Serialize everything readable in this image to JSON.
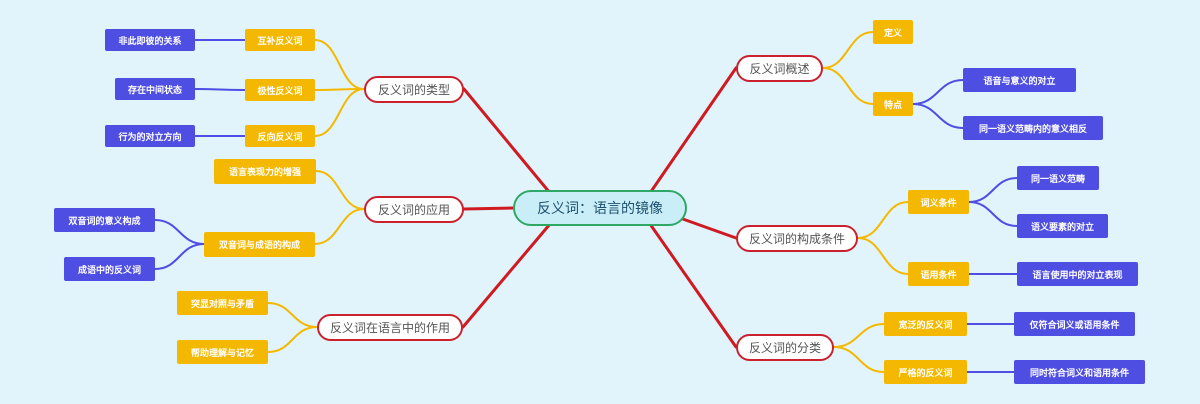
{
  "colors": {
    "background": "#e1f4fb",
    "root_fill": "#c9eef7",
    "root_border": "#2fa866",
    "main_border": "#c9212d",
    "main_link": "#d01a22",
    "sub_fill": "#f5b800",
    "sub_link": "#f5b800",
    "leaf_fill": "#4f4ee3",
    "leaf_link": "#4f4ee3"
  },
  "root": "反义词：语言的镜像",
  "left": [
    {
      "label": "反义词的类型",
      "children": [
        {
          "label": "互补反义词",
          "children": [
            "非此即彼的关系"
          ]
        },
        {
          "label": "极性反义词",
          "children": [
            "存在中间状态"
          ]
        },
        {
          "label": "反向反义词",
          "children": [
            "行为的对立方向"
          ]
        }
      ]
    },
    {
      "label": "反义词的应用",
      "children": [
        {
          "label": "语言表现力的增强",
          "children": []
        },
        {
          "label": "双音词与成语的构成",
          "children": [
            "双音词的意义构成",
            "成语中的反义词"
          ]
        }
      ]
    },
    {
      "label": "反义词在语言中的作用",
      "children": [
        {
          "label": "突显对照与矛盾",
          "children": []
        },
        {
          "label": "帮助理解与记忆",
          "children": []
        }
      ]
    }
  ],
  "right": [
    {
      "label": "反义词概述",
      "children": [
        {
          "label": "定义",
          "children": []
        },
        {
          "label": "特点",
          "children": [
            "语音与意义的对立",
            "同一语义范畴内的意义相反"
          ]
        }
      ]
    },
    {
      "label": "反义词的构成条件",
      "children": [
        {
          "label": "词义条件",
          "children": [
            "同一语义范畴",
            "语义要素的对立"
          ]
        },
        {
          "label": "语用条件",
          "children": [
            "语言使用中的对立表现"
          ]
        }
      ]
    },
    {
      "label": "反义词的分类",
      "children": [
        {
          "label": "宽泛的反义词",
          "children": [
            "仅符合词义或语用条件"
          ]
        },
        {
          "label": "严格的反义词",
          "children": [
            "同时符合词义和语用条件"
          ]
        }
      ]
    }
  ]
}
